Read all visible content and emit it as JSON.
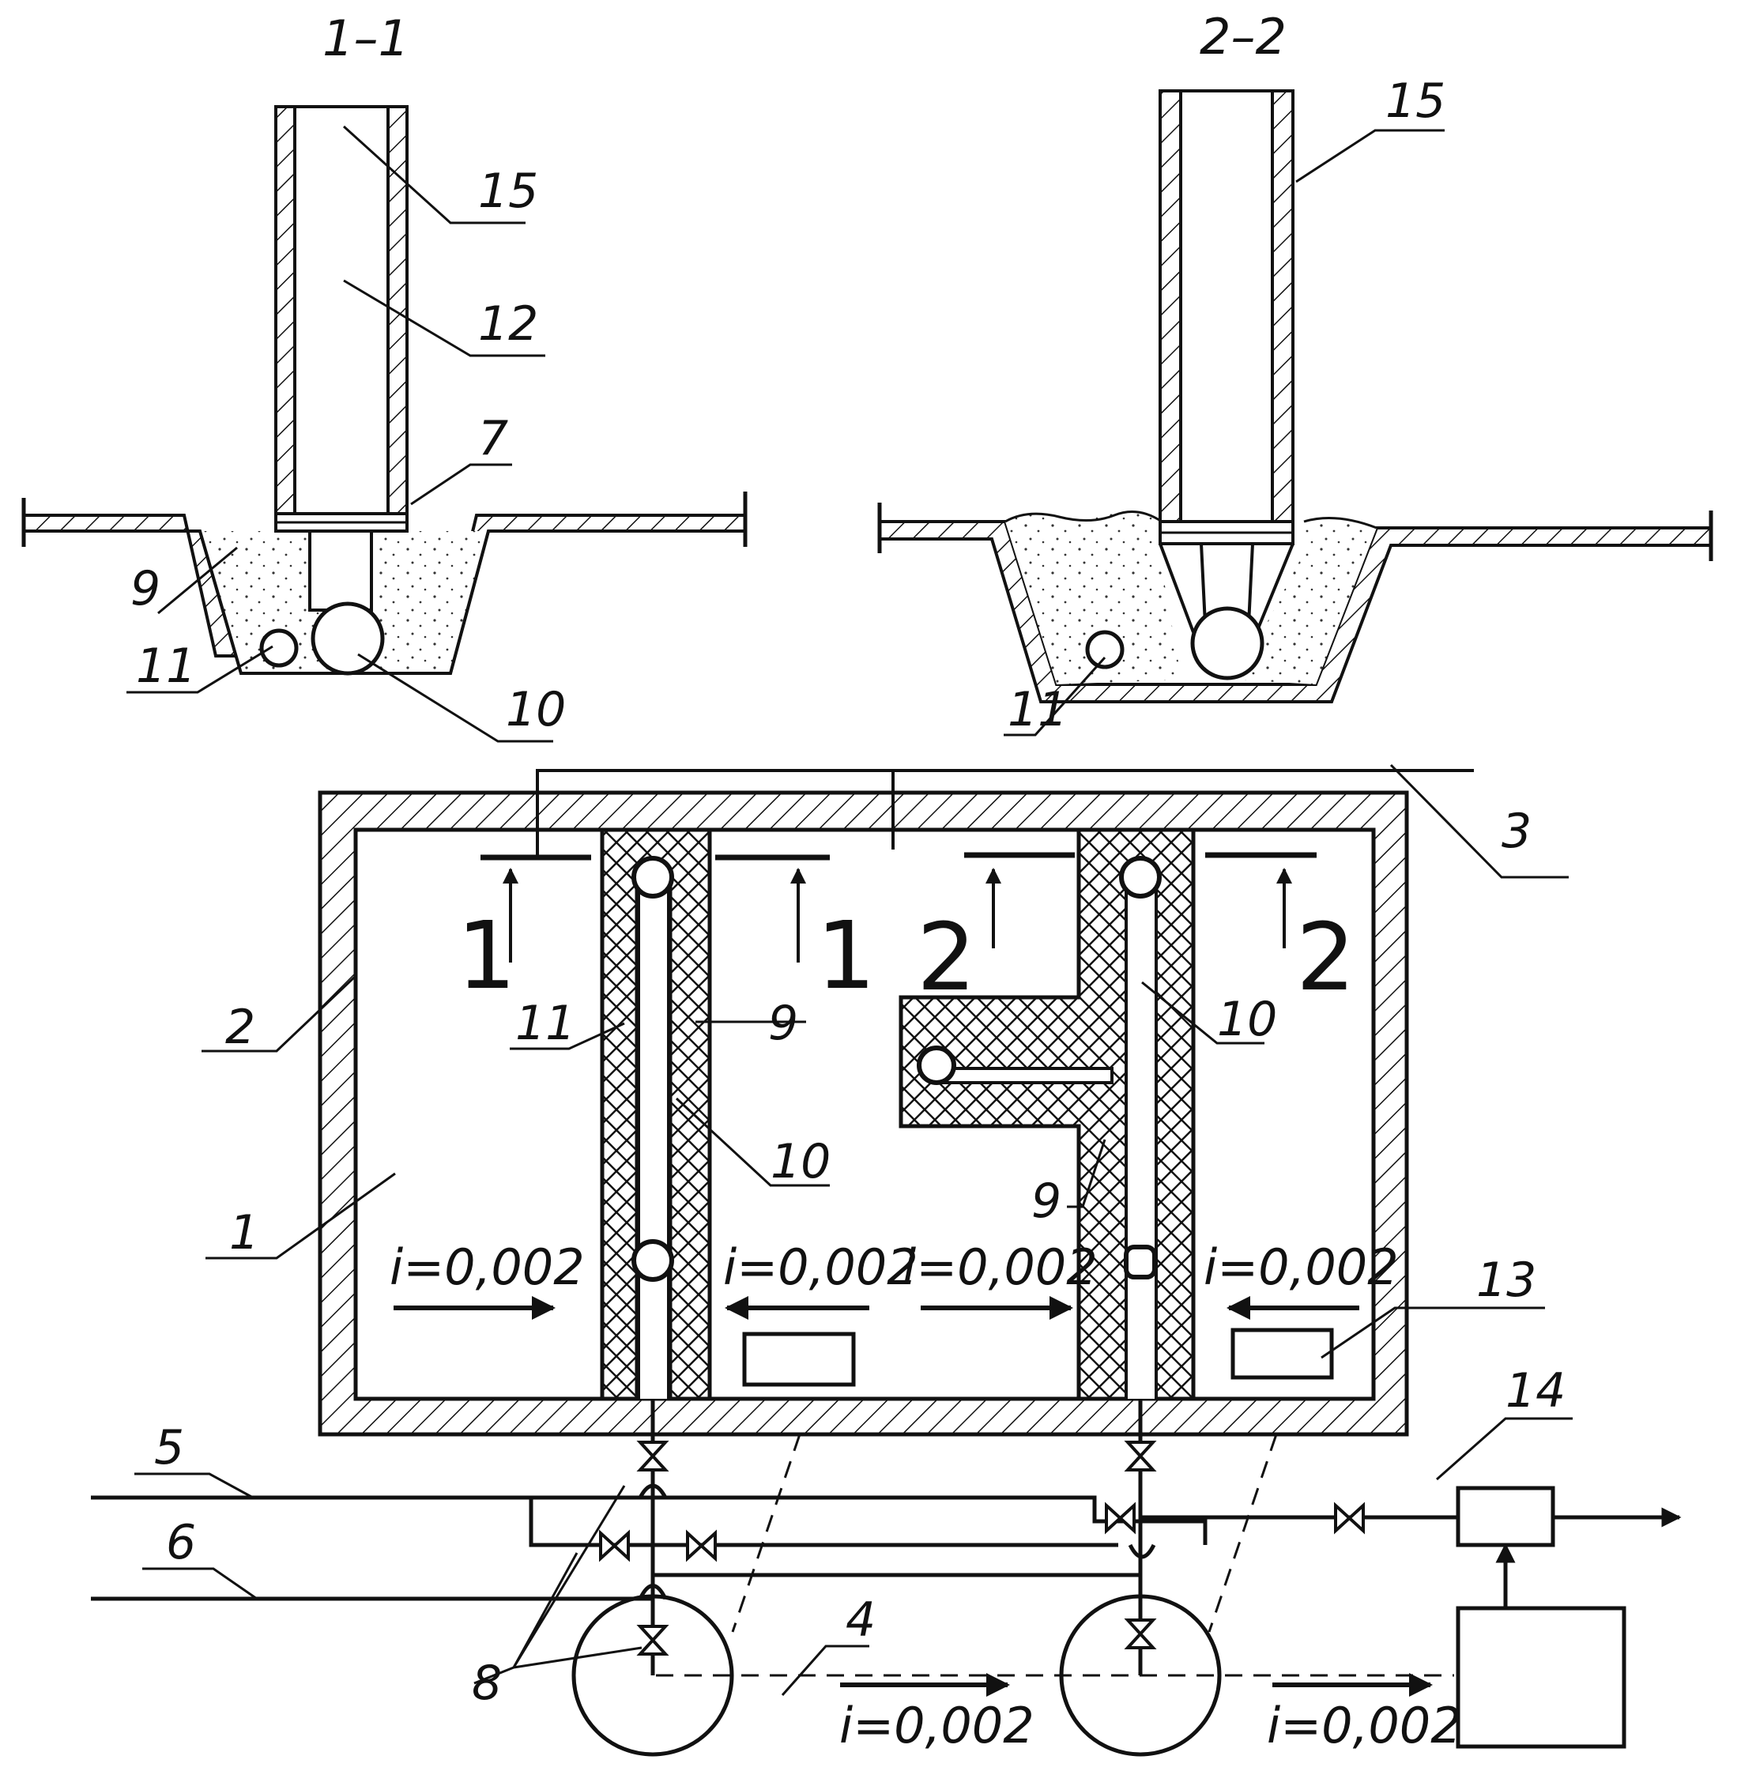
{
  "section_titles": {
    "s11": "1–1",
    "s22": "2–2"
  },
  "section_marks": {
    "one": "1",
    "two": "2"
  },
  "slope": "i=0,002",
  "labels": {
    "n1": "1",
    "n2": "2",
    "n3": "3",
    "n4": "4",
    "n5": "5",
    "n6": "6",
    "n7": "7",
    "n8": "8",
    "n9": "9",
    "n10": "10",
    "n11": "11",
    "n12": "12",
    "n13": "13",
    "n14": "14",
    "n15": "15"
  },
  "colors": {
    "ink": "#111111",
    "paper": "#ffffff"
  }
}
